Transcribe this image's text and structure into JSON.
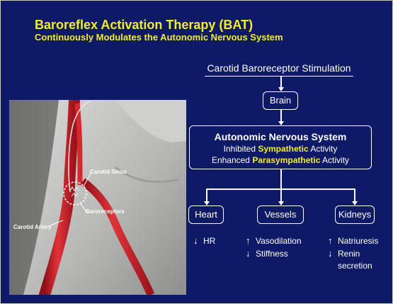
{
  "header": {
    "title": "Baroreflex Activation Therapy (BAT)",
    "subtitle": "Continuously Modulates the Autonomic Nervous System"
  },
  "figure": {
    "labels": {
      "carotid_sinus": "Carotid Sinus",
      "baroreceptors": "Baroreceptors",
      "carotid_artery": "Carotid Artery"
    }
  },
  "flow": {
    "stimulation": "Carotid Baroreceptor Stimulation",
    "brain": "Brain",
    "ans": {
      "title": "Autonomic Nervous System",
      "line1_pre": "Inhibited ",
      "line1_hl": "Sympathetic",
      "line1_post": " Activity",
      "line2_pre": "Enhanced ",
      "line2_hl": "Parasympathetic",
      "line2_post": " Activity"
    },
    "targets": [
      {
        "name": "Heart",
        "effects": [
          {
            "arrow": "↓",
            "text": "HR"
          }
        ]
      },
      {
        "name": "Vessels",
        "effects": [
          {
            "arrow": "↑",
            "text": "Vasodilation"
          },
          {
            "arrow": "↓",
            "text": "Stiffness"
          }
        ]
      },
      {
        "name": "Kidneys",
        "effects": [
          {
            "arrow": "↑",
            "text": "Natriuresis"
          },
          {
            "arrow": "↓",
            "text": "Renin"
          },
          {
            "arrow": "",
            "text": "secretion"
          }
        ]
      }
    ]
  },
  "colors": {
    "background": "#0e1a66",
    "accent_yellow": "#f3ec2c",
    "artery_red": "#c9202a"
  }
}
